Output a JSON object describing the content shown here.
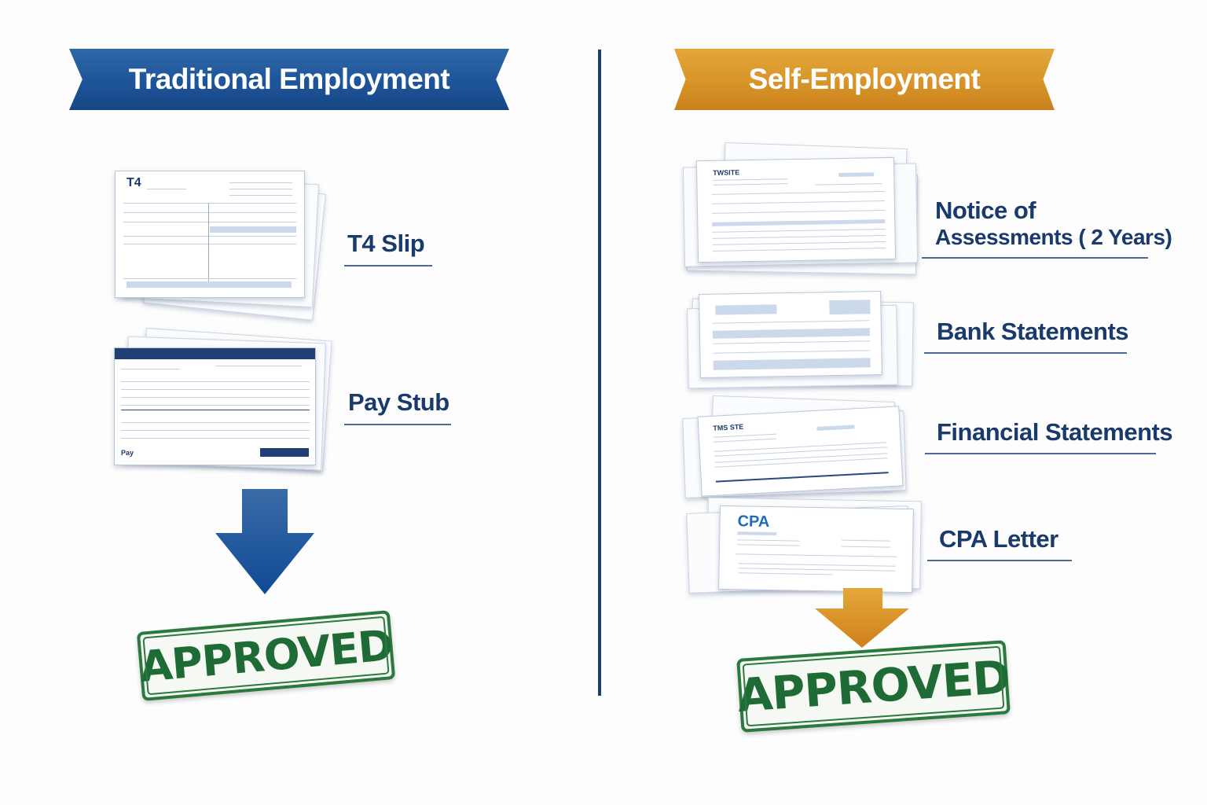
{
  "left_panel": {
    "title": "Traditional Employment",
    "color": "#1f569a",
    "documents": [
      {
        "label": "T4 Slip",
        "thumbnail_title": "T4",
        "icon": "document-stack-icon"
      },
      {
        "label": "Pay Stub",
        "thumbnail_title": "Pay",
        "icon": "document-stack-icon"
      }
    ],
    "arrow_color": "#1a55a0",
    "result": "APPROVED"
  },
  "right_panel": {
    "title": "Self-Employment",
    "color": "#d9962a",
    "documents": [
      {
        "label_line1": "Notice of",
        "label_line2": "Assessments ( 2 Years)",
        "thumbnail_title": "TWSITE",
        "icon": "document-stack-icon"
      },
      {
        "label": "Bank Statements",
        "icon": "document-stack-icon"
      },
      {
        "label": "Financial Statements",
        "thumbnail_title": "TMS STE",
        "icon": "document-stack-icon"
      },
      {
        "label": "CPA Letter",
        "thumbnail_title": "CPA",
        "icon": "document-stack-icon"
      }
    ],
    "arrow_color": "#d98f1f",
    "result": "APPROVED"
  },
  "colors": {
    "label_text": "#1a3a6b",
    "divider": "#1b3d72",
    "stamp_green": "#1f6b35"
  }
}
